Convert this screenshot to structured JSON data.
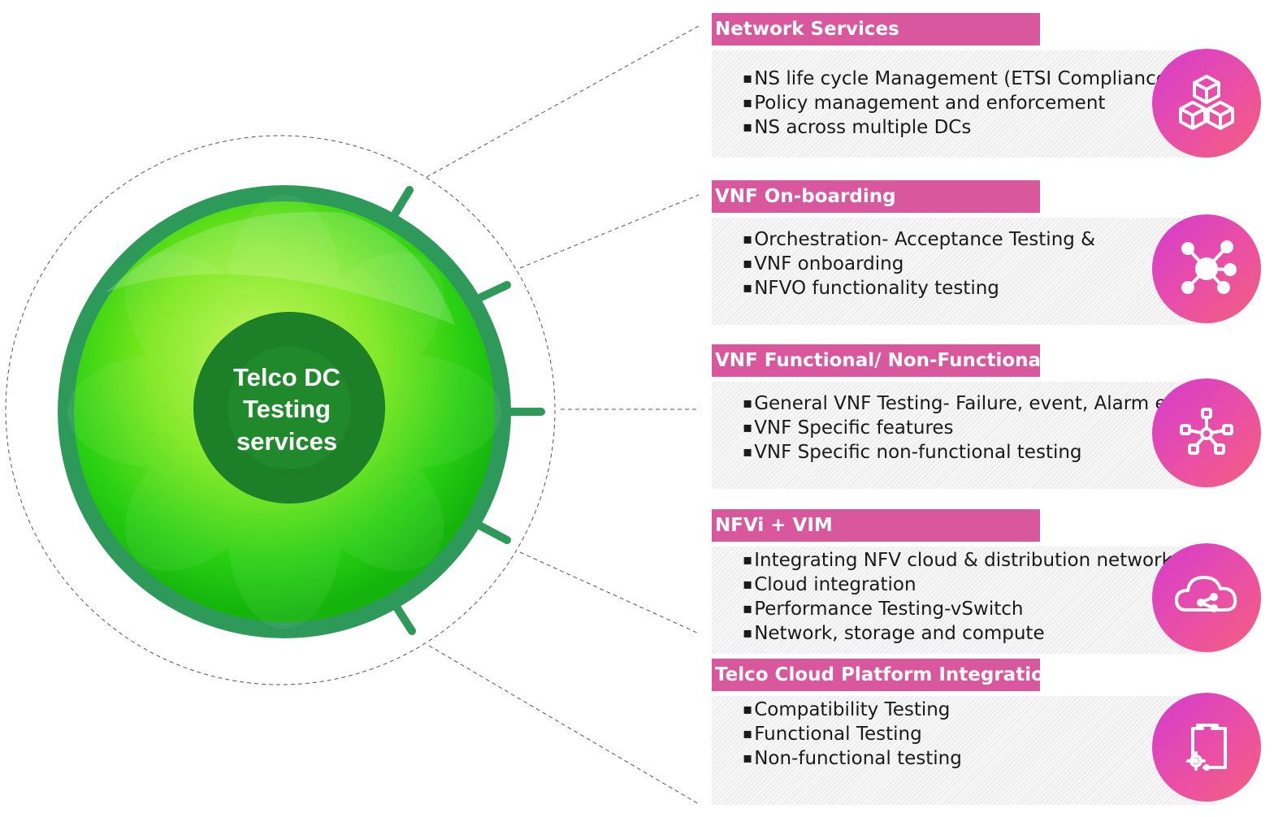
{
  "center": {
    "line1": "Telco DC",
    "line2": "Testing",
    "line3": "services"
  },
  "panels": [
    {
      "title": "Network Services",
      "icon": "cubes-icon",
      "items": [
        "NS life cycle Management (ETSI Compliance)",
        "Policy management and enforcement",
        "NS across multiple DCs"
      ]
    },
    {
      "title": "VNF On-boarding",
      "icon": "network-hub-icon",
      "items": [
        "Orchestration- Acceptance Testing &",
        "VNF onboarding",
        "NFVO functionality testing"
      ]
    },
    {
      "title": "VNF Functional/ Non-Functional",
      "icon": "node-graph-icon",
      "items": [
        "General VNF Testing- Failure, event, Alarm etc.",
        "VNF Specific features",
        "VNF Specific non-functional testing"
      ]
    },
    {
      "title": "NFVi + VIM",
      "icon": "cloud-share-icon",
      "items": [
        "Integrating NFV cloud & distribution network",
        "Cloud integration",
        "Performance Testing-vSwitch",
        "Network, storage and compute"
      ]
    },
    {
      "title": "Telco Cloud Platform Integration",
      "icon": "clipboard-gear-icon",
      "items": [
        "Compatibility Testing",
        "Functional Testing",
        "Non-functional testing"
      ]
    }
  ],
  "colors": {
    "header": "#d8579d",
    "ring": "#2e9a5a",
    "core": "#1d7f28",
    "icon_start": "#d53ccd",
    "icon_end": "#f2607e"
  }
}
